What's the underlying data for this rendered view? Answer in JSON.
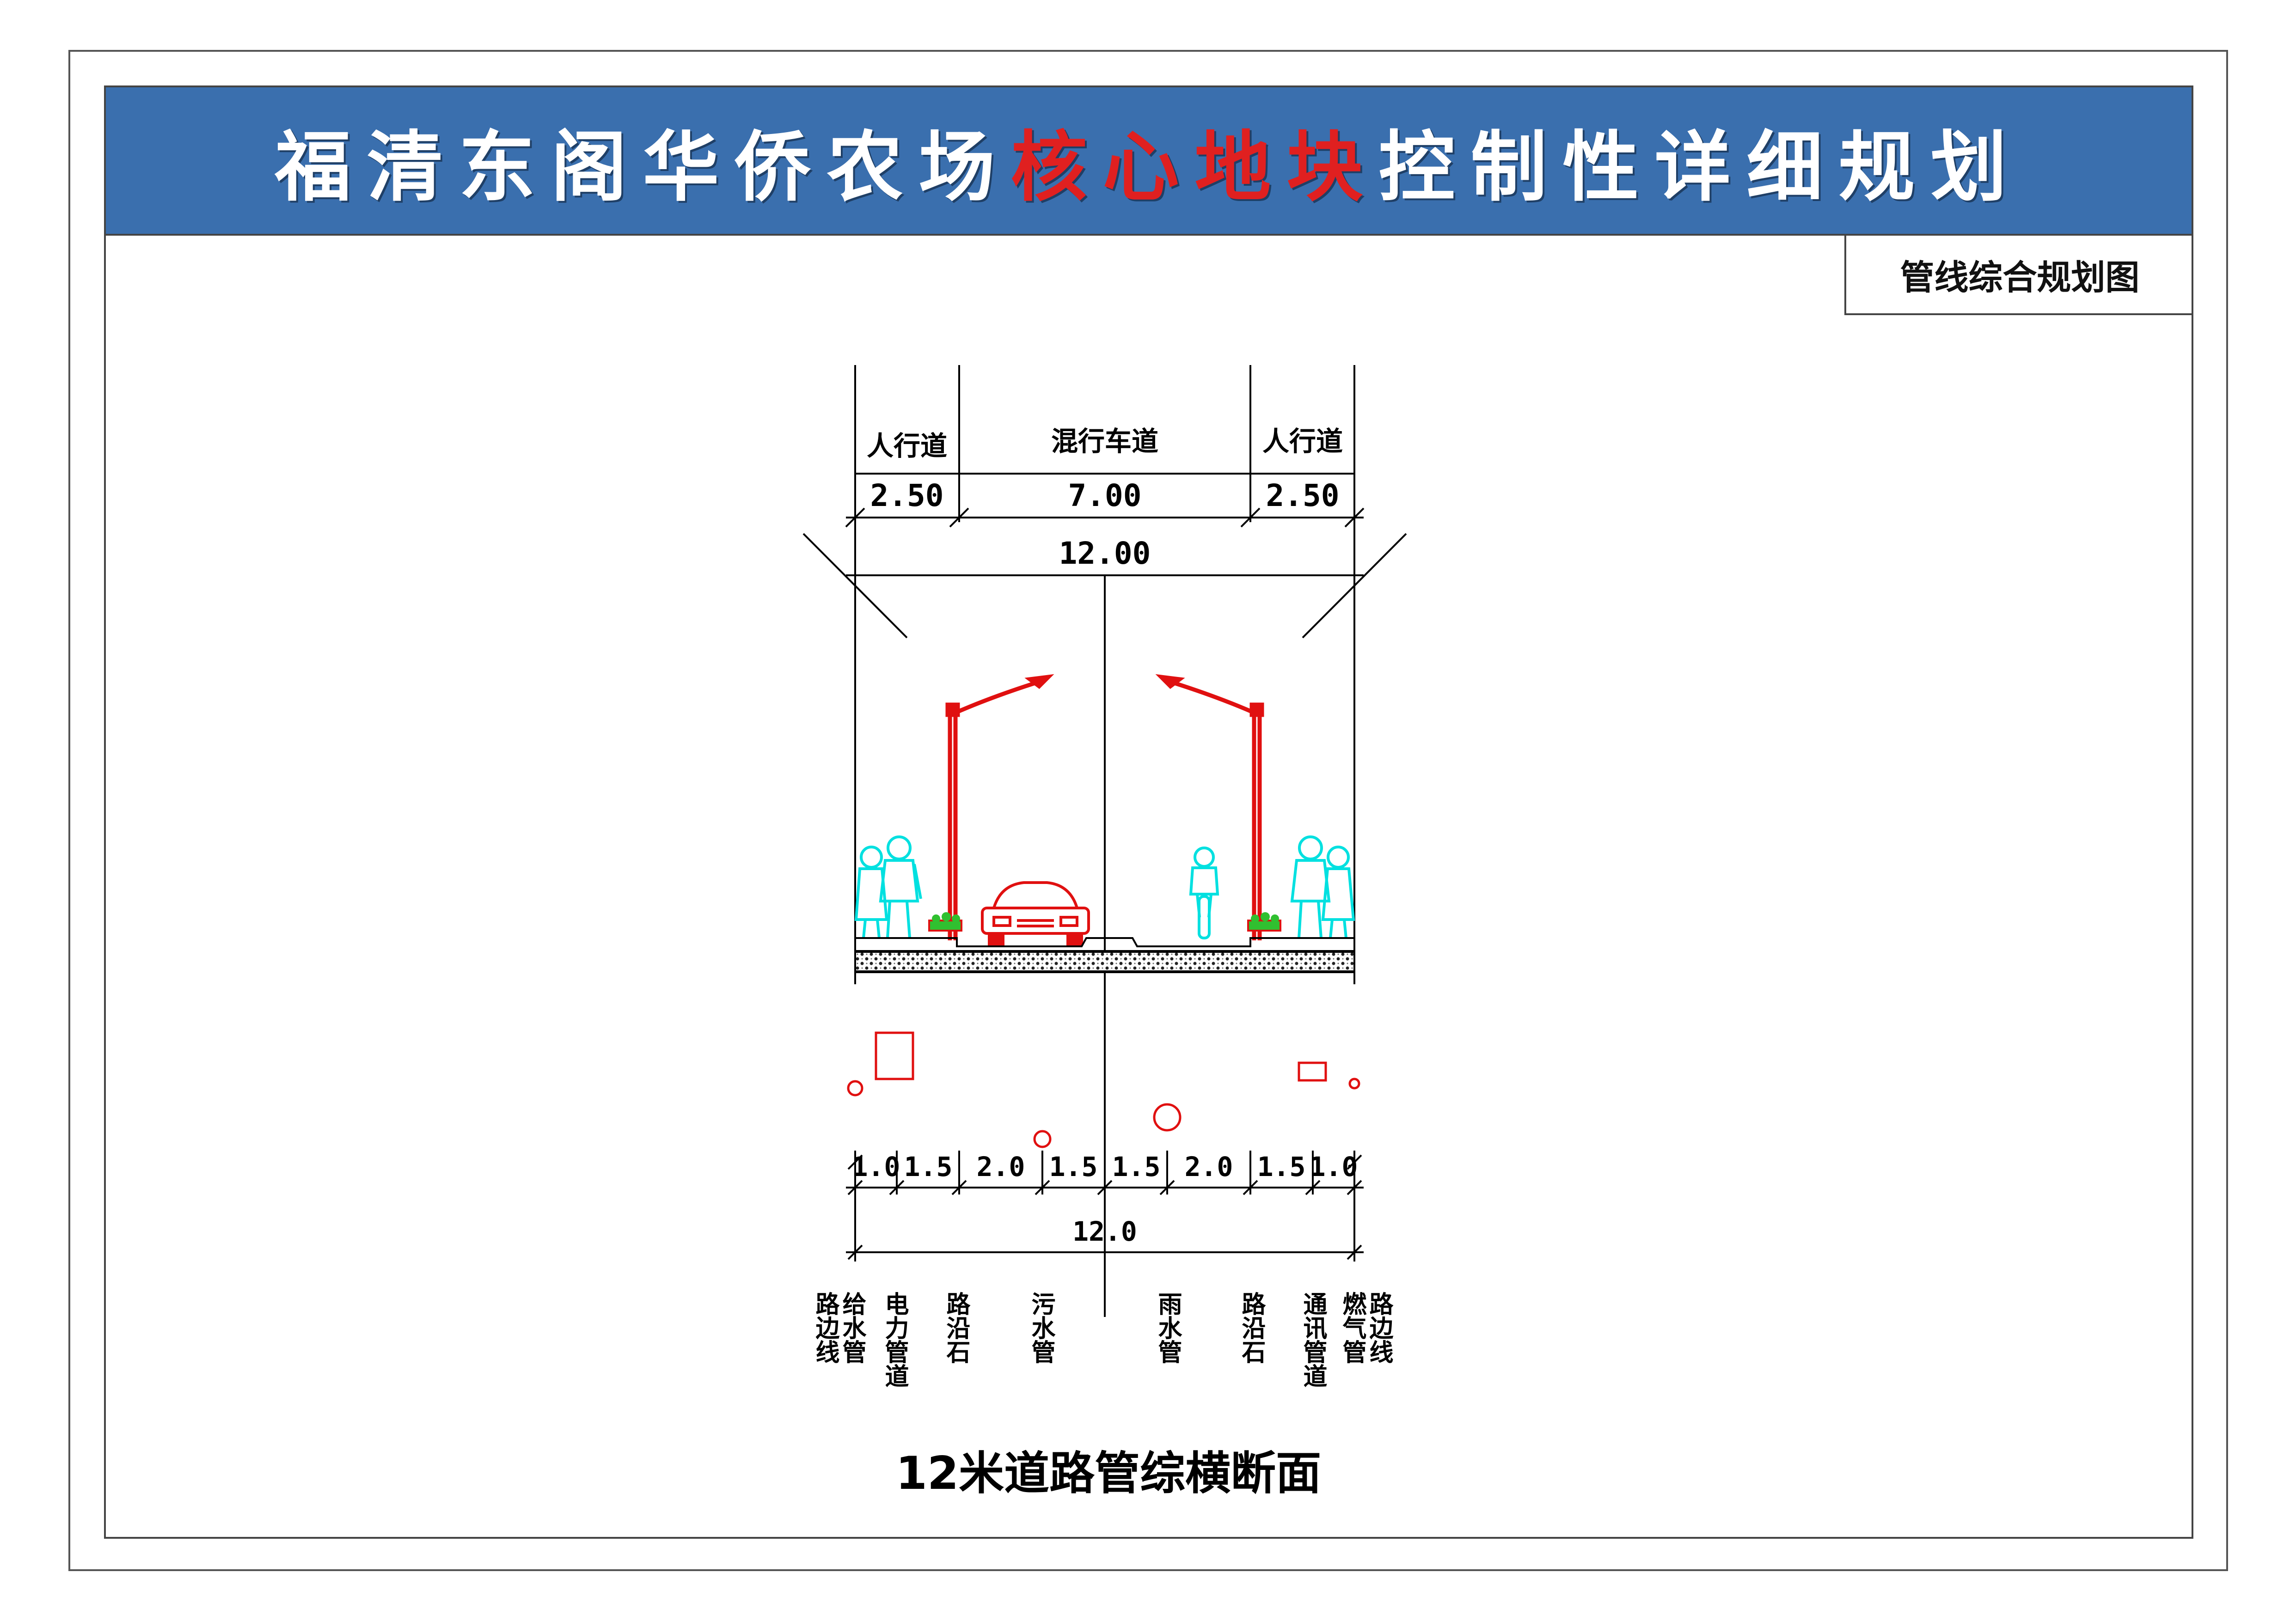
{
  "title": {
    "part1": "福清东阁华侨农场",
    "highlight": "核心地块",
    "part2": "控制性详细规划"
  },
  "sheet_label": "管线综合规划图",
  "section": {
    "lane_labels": [
      "人行道",
      "混行车道",
      "人行道"
    ],
    "lane_widths": [
      "2.50",
      "7.00",
      "2.50"
    ],
    "total_width": "12.00"
  },
  "pipes": {
    "segments": [
      "1.0",
      "1.5",
      "2.0",
      "1.5",
      "1.5",
      "2.0",
      "1.5",
      "1.0"
    ],
    "total": "12.0",
    "labels": [
      "路边线",
      "给水管",
      "电力管道",
      "路沿石",
      "污水管",
      "雨水管",
      "路沿石",
      "通讯管道",
      "燃气管",
      "路边线"
    ]
  },
  "caption": "12米道路管综横断面",
  "colors": {
    "banner": "#3a6fae",
    "title_text": "#ffffff",
    "title_highlight": "#e02020",
    "figures": "#00e0e0",
    "lamps_pipes": "#e01010",
    "planters": "#30c030"
  }
}
